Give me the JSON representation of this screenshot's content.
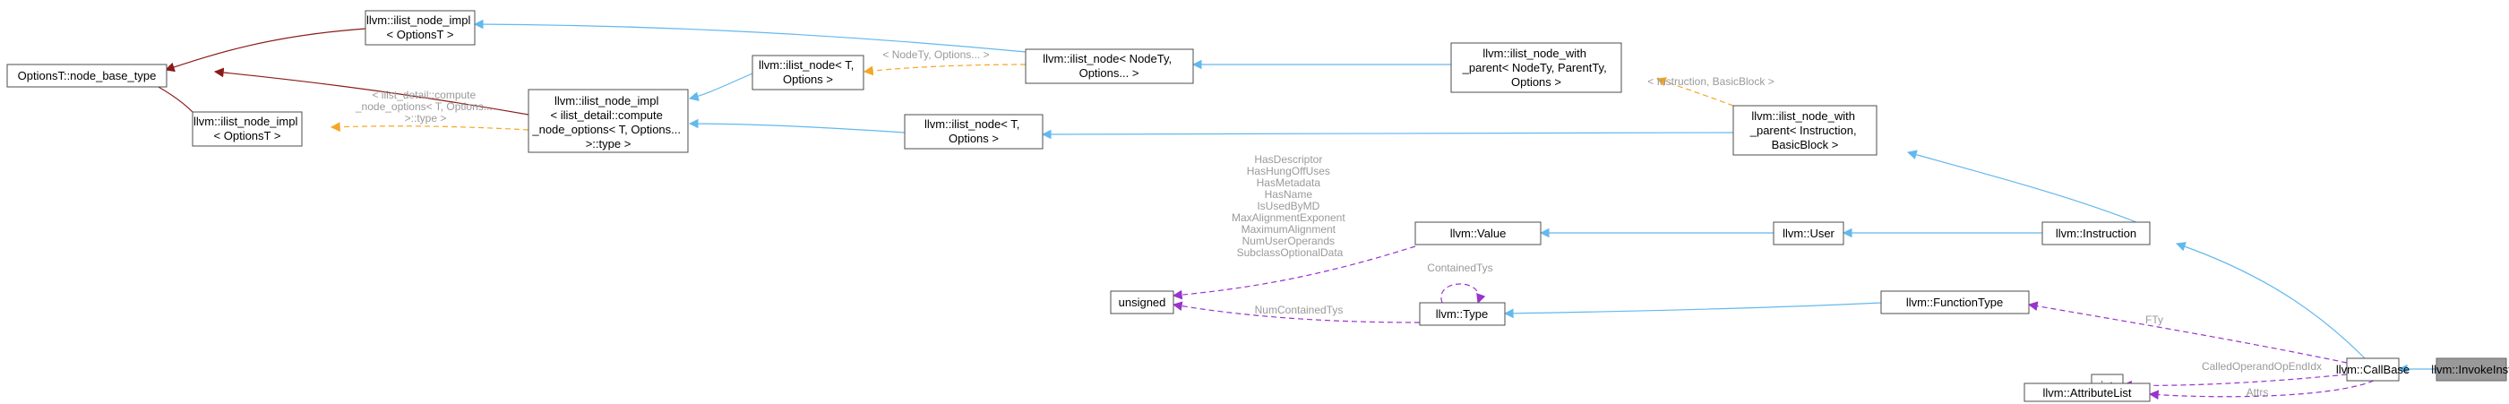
{
  "colors": {
    "inherit": "#63b8ee",
    "protected": "#8b1a1a",
    "template": "#f5a623",
    "usage": "#9a32cd",
    "label": "#9a9a9a",
    "node_border": "#4d4d4d",
    "focus_fill": "#999999"
  },
  "nodes": {
    "options_node_base_type": {
      "lines": [
        "OptionsT::node_base_type"
      ]
    },
    "ilist_node_impl_top": {
      "lines": [
        "llvm::ilist_node_impl",
        "< OptionsT >"
      ]
    },
    "ilist_node_impl_mid": {
      "lines": [
        "llvm::ilist_node_impl",
        "< OptionsT >"
      ]
    },
    "ilist_node_impl_compute": {
      "lines": [
        "llvm::ilist_node_impl",
        "< ilist_detail::compute",
        "_node_options< T, Options...",
        ">::type >"
      ]
    },
    "ilist_node_t_top": {
      "lines": [
        "llvm::ilist_node< T,",
        "Options >"
      ]
    },
    "ilist_node_t_mid": {
      "lines": [
        "llvm::ilist_node< T,",
        "Options >"
      ]
    },
    "ilist_node_nodety": {
      "lines": [
        "llvm::ilist_node< NodeTy,",
        "Options... >"
      ]
    },
    "ilist_node_with_parent_generic": {
      "lines": [
        "llvm::ilist_node_with",
        "_parent< NodeTy, ParentTy,",
        "Options >"
      ]
    },
    "ilist_node_with_parent_inst": {
      "lines": [
        "llvm::ilist_node_with",
        "_parent< Instruction,",
        "BasicBlock >"
      ]
    },
    "unsigned": {
      "lines": [
        "unsigned"
      ]
    },
    "value": {
      "lines": [
        "llvm::Value"
      ]
    },
    "type": {
      "lines": [
        "llvm::Type"
      ]
    },
    "user": {
      "lines": [
        "llvm::User"
      ]
    },
    "instruction": {
      "lines": [
        "llvm::Instruction"
      ]
    },
    "function_type": {
      "lines": [
        "llvm::FunctionType"
      ]
    },
    "call_base": {
      "lines": [
        "llvm::CallBase"
      ]
    },
    "int": {
      "lines": [
        "int"
      ]
    },
    "attribute_list": {
      "lines": [
        "llvm::AttributeList"
      ]
    },
    "invoke_inst": {
      "lines": [
        "llvm::InvokeInst"
      ]
    }
  },
  "edge_labels": {
    "compute_tmpl": [
      "< ilist_detail::compute",
      "_node_options< T, Options...",
      ">::type >"
    ],
    "nodety_tmpl": [
      "< NodeTy, Options... >"
    ],
    "inst_tmpl": [
      "< Instruction, BasicBlock >"
    ],
    "value_members": [
      "HasDescriptor",
      "HasHungOffUses",
      "HasMetadata",
      "HasName",
      "IsUsedByMD",
      "MaxAlignmentExponent",
      "MaximumAlignment",
      "NumUserOperands",
      "SubclassOptionalData"
    ],
    "contained_tys": [
      "ContainedTys"
    ],
    "num_contained_tys": [
      "NumContainedTys"
    ],
    "fty": [
      "FTy"
    ],
    "called_operand": [
      "CalledOperandOpEndIdx"
    ],
    "attrs": [
      "Attrs"
    ]
  }
}
